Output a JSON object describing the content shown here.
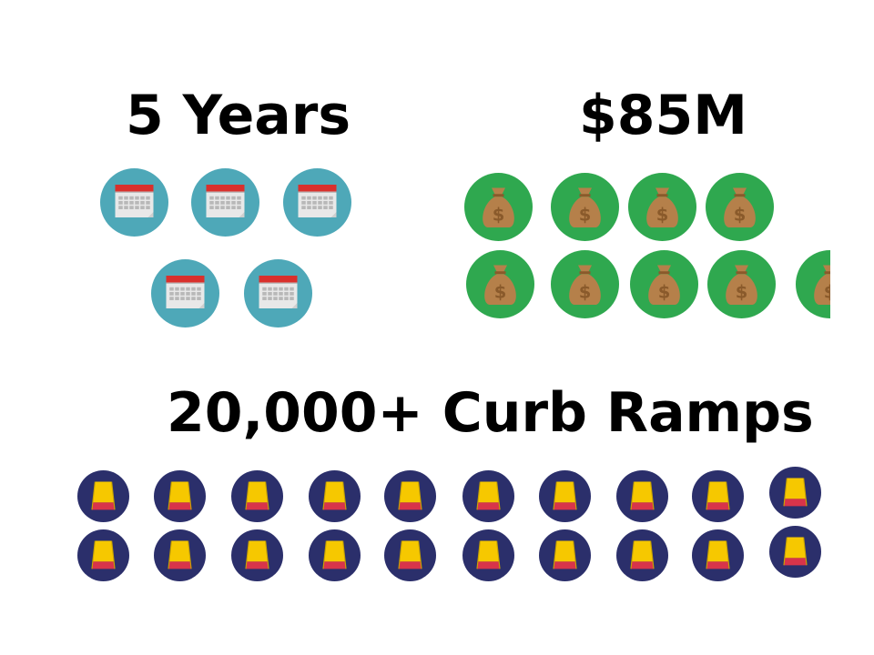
{
  "sections": {
    "years": {
      "heading": "5 Years",
      "icon": "calendar-icon",
      "count": 5,
      "circle_color": "#4ea8b8"
    },
    "money": {
      "heading": "$85M",
      "icon": "money-bag-icon",
      "count": 9,
      "circle_color": "#2fa84f"
    },
    "ramps": {
      "heading": "20,000+ Curb Ramps",
      "icon": "curb-ramp-icon",
      "count": 20,
      "circle_color": "#2b2f6b"
    }
  },
  "colors": {
    "calendar_header": "#d9302c",
    "calendar_body": "#e8e8e8",
    "bag": "#b5804a",
    "bag_dollar": "#8a5a2b",
    "ramp_top": "#f6c800",
    "ramp_bottom": "#d8344a"
  }
}
